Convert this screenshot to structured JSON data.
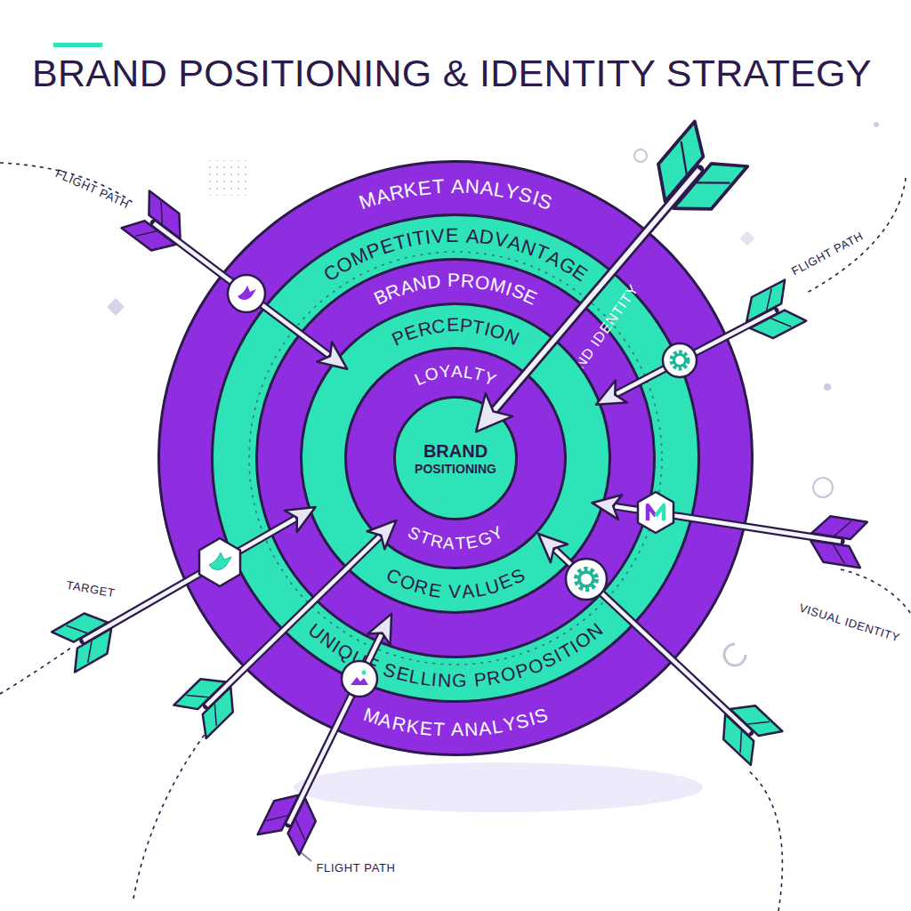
{
  "diagram": {
    "title": "BRAND POSITIONING & IDENTITY STRATEGY",
    "nodes": [
      {
        "text": [
          "MARKET ANALYSIS",
          "MARKET ANALYSIS"
        ]
      },
      {
        "text": [
          "COMPETITIVE ADVANTAGE",
          "UNIQUE SELLING PROPOSITION"
        ],
        "in": 0
      },
      {
        "text": [
          "BRAND PROMISE",
          "BRAND IDENTITY"
        ],
        "in": 1
      },
      {
        "text": [
          "PERCEPTION",
          "CORE VALUES"
        ],
        "in": 2
      },
      {
        "text": [
          "LOYALTY",
          "STRATEGY"
        ],
        "in": 3
      },
      {
        "text": [
          "BRAND POSITIONING"
        ],
        "in": 4
      }
    ],
    "labels": [
      "FLIGHT PATH",
      "FLIGHT PATH",
      "TARGET",
      "VISUAL IDENTITY",
      "FLIGHT PATH"
    ]
  }
}
